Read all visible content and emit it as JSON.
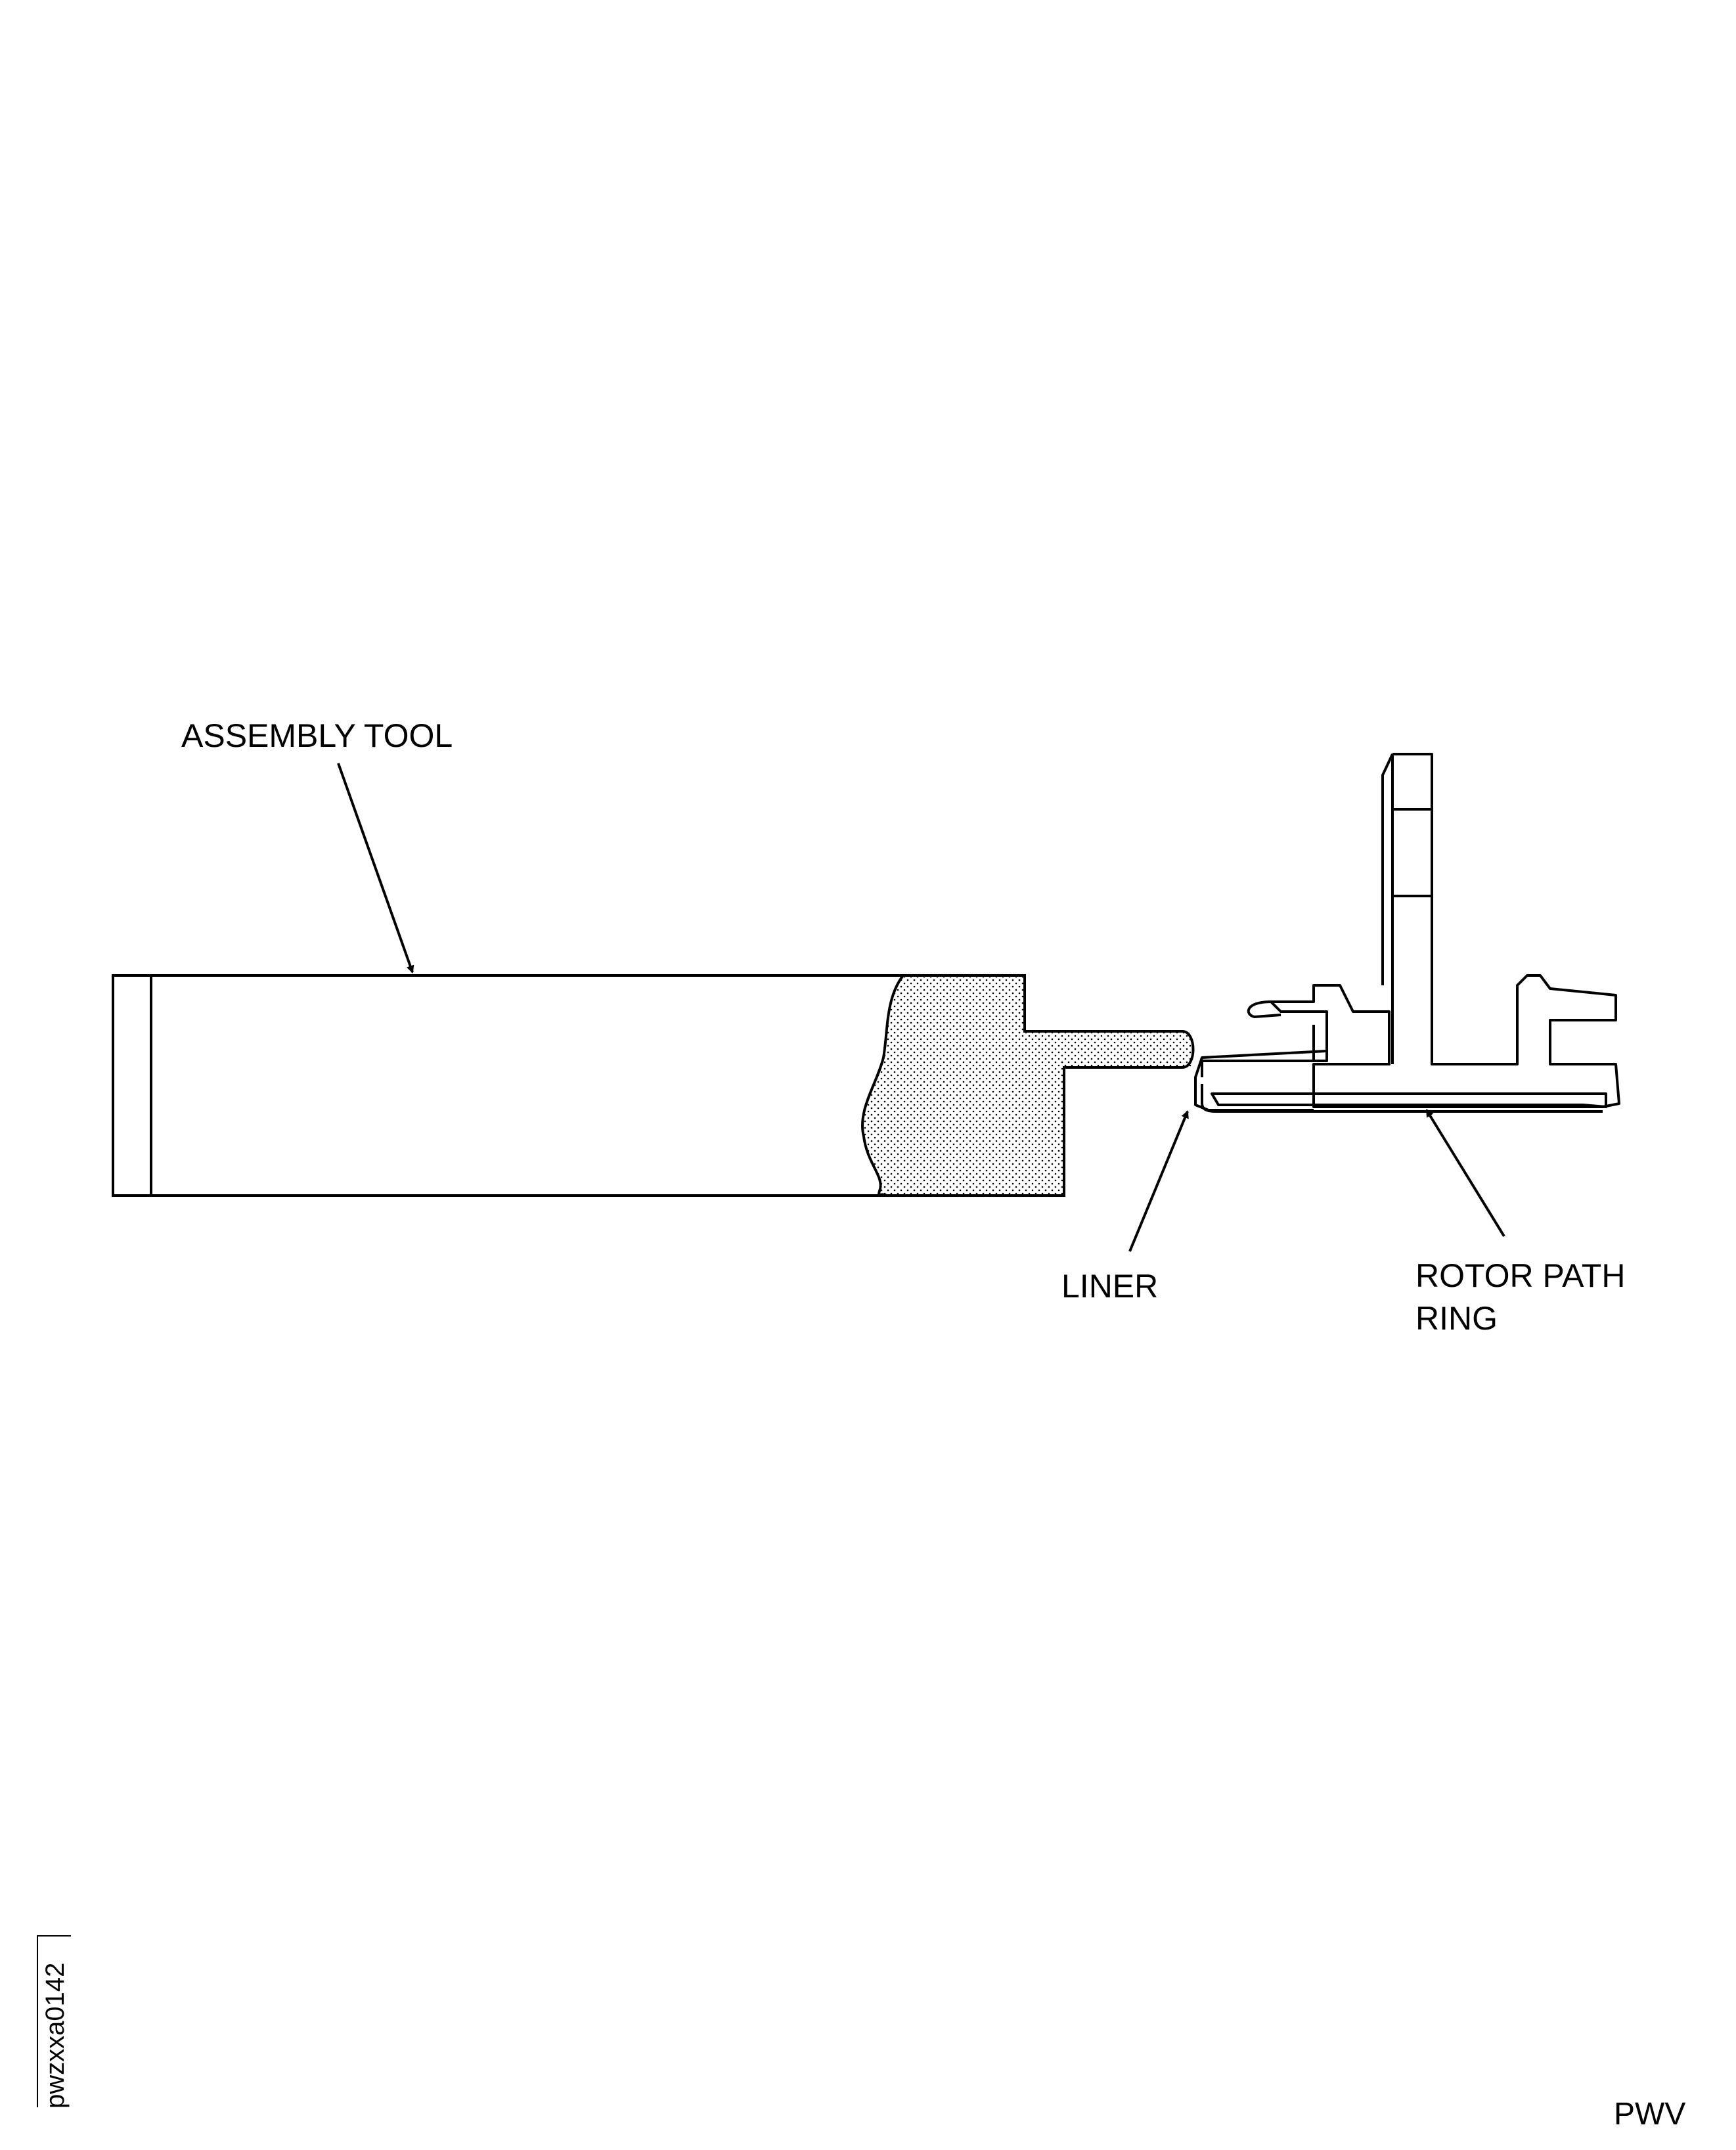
{
  "labels": {
    "assembly_tool": "ASSEMBLY TOOL",
    "liner": "LINER",
    "rotor_path_ring_line1": "ROTOR PATH",
    "rotor_path_ring_line2": "RING"
  },
  "footer": {
    "figure_code": "pwzxxa0142",
    "mark": "PWV"
  },
  "colors": {
    "ink": "#000000",
    "background": "#ffffff"
  }
}
